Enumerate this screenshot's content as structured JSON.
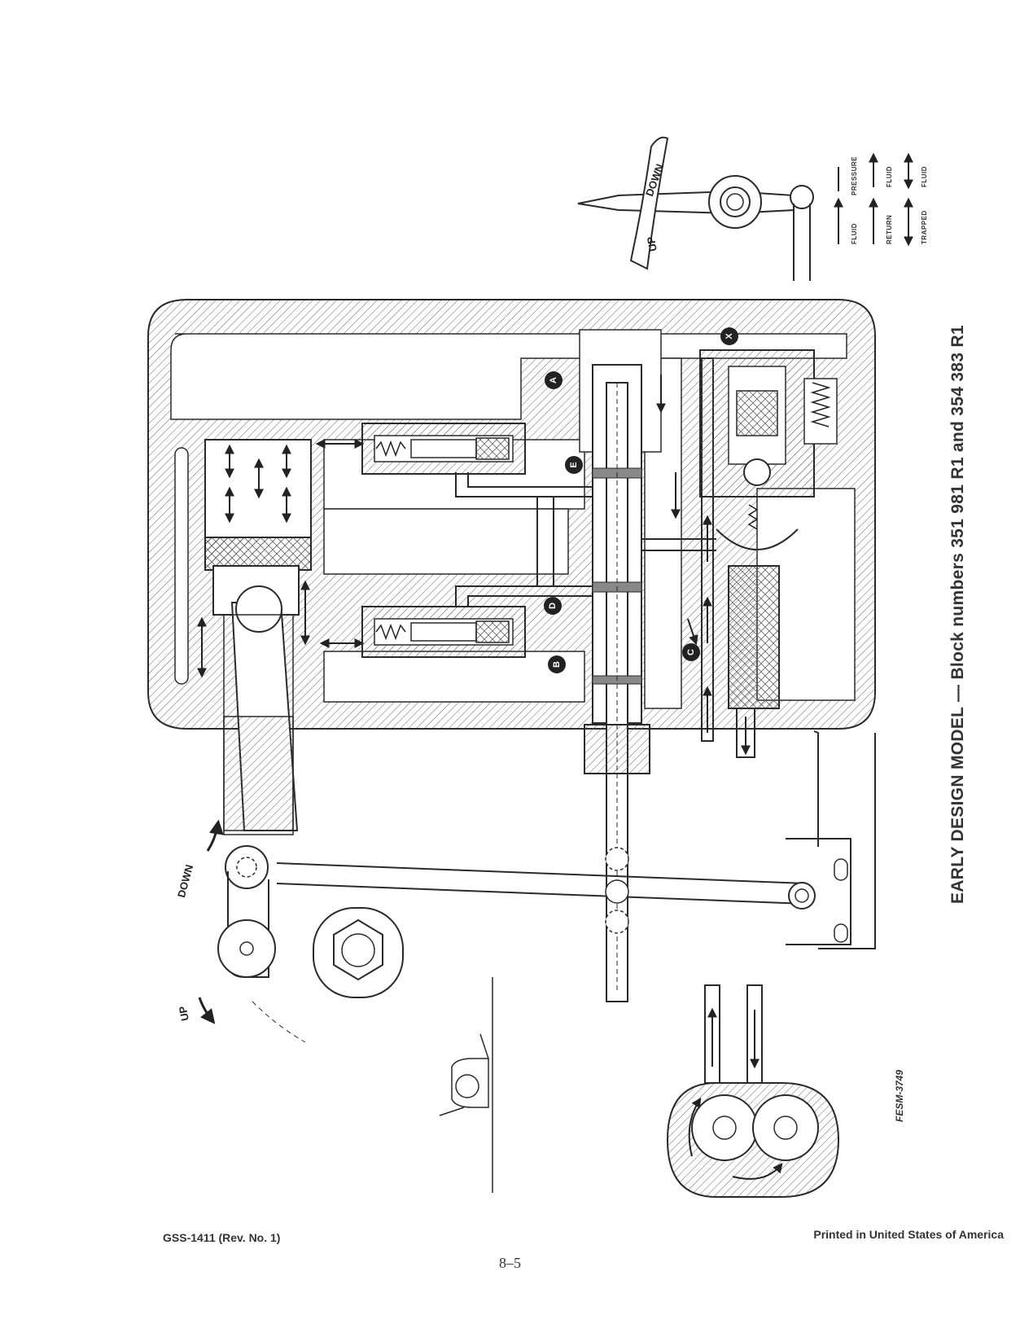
{
  "title": "EARLY DESIGN MODEL — Block numbers 351 981 R1 and 354 383 R1",
  "lever": {
    "up_label": "UP",
    "down_label": "DOWN"
  },
  "legend": {
    "pressure_fluid": [
      "PRESSURE",
      "FLUID"
    ],
    "return_fluid": [
      "RETURN",
      "FLUID"
    ],
    "trapped_fluid": [
      "TRAPPED",
      "FLUID"
    ]
  },
  "callouts": [
    "A",
    "B",
    "C",
    "D",
    "E",
    "X"
  ],
  "linkage": {
    "down_label": "DOWN",
    "up_label": "UP"
  },
  "figure_code": "FESM-3749",
  "footer": {
    "left": "GSS-1411 (Rev. No. 1)",
    "right": "Printed in United States of America",
    "page_number": "8–5"
  },
  "colors": {
    "ink": "#2a2a2a",
    "hatch": "#555555",
    "paper": "#ffffff"
  },
  "icons": [
    "arrow-icon",
    "double-arrow-icon",
    "spring-icon",
    "piston-icon"
  ]
}
